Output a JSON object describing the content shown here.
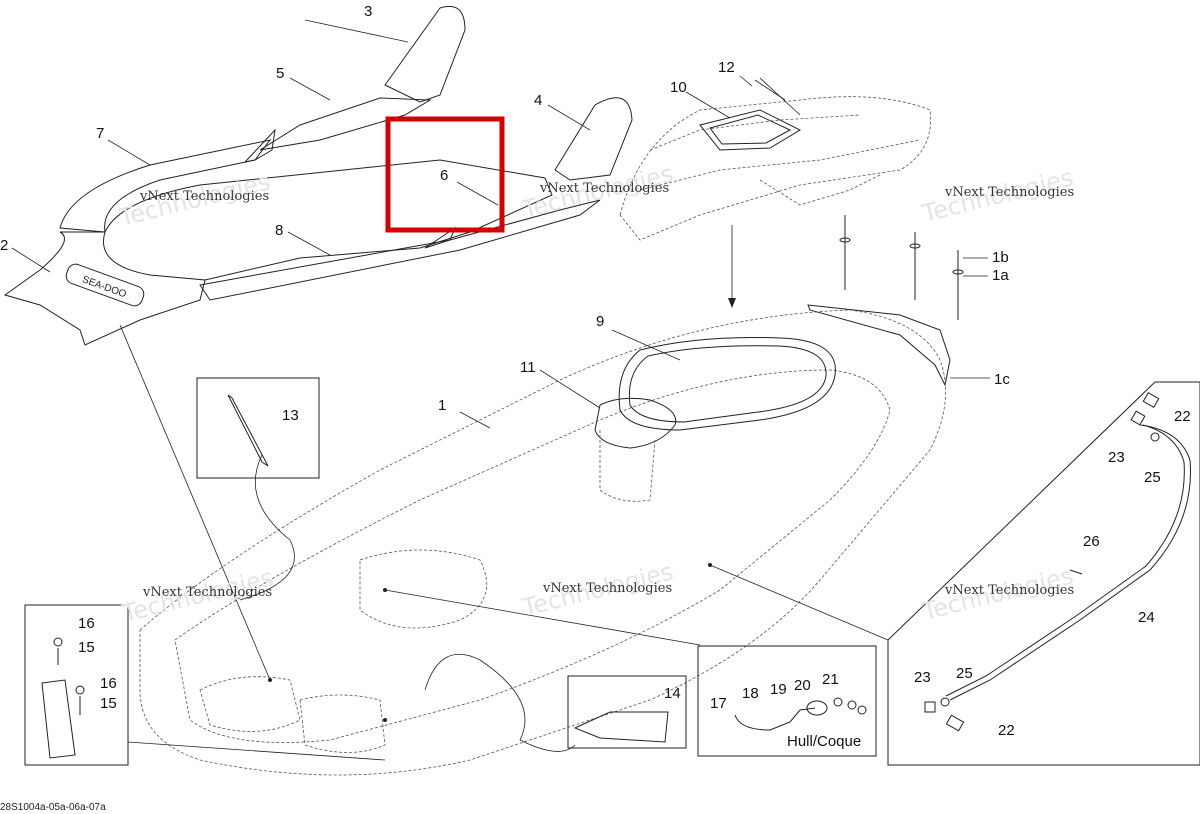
{
  "callouts": {
    "c1": "1",
    "c1a": "1a",
    "c1b": "1b",
    "c1c": "1c",
    "c2": "2",
    "c3": "3",
    "c4": "4",
    "c5": "5",
    "c6": "6",
    "c7": "7",
    "c8": "8",
    "c9": "9",
    "c10": "10",
    "c11": "11",
    "c12": "12",
    "c13": "13",
    "c14": "14",
    "c15a": "15",
    "c15b": "15",
    "c16a": "16",
    "c16b": "16",
    "c17": "17",
    "c18": "18",
    "c19": "19",
    "c20": "20",
    "c21": "21",
    "c22a": "22",
    "c22b": "22",
    "c23a": "23",
    "c23b": "23",
    "c24": "24",
    "c25a": "25",
    "c25b": "25",
    "c26": "26"
  },
  "watermark": {
    "line1": "vNext Technologies",
    "line2": "Technologies"
  },
  "seat_logo": "SEA-DOO",
  "hull_label": "Hull/Coque",
  "figure_code": "28S1004a-05a-06a-07a",
  "highlight_color": "#d40000"
}
